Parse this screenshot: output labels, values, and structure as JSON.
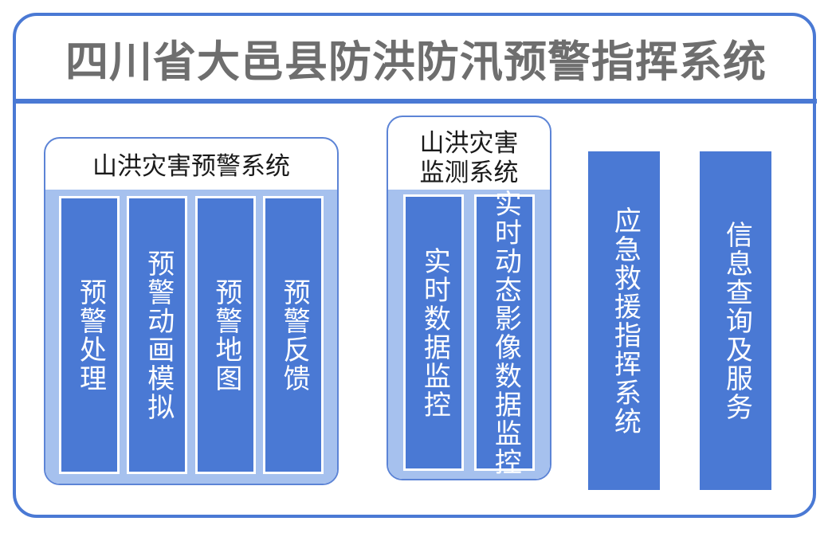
{
  "header": {
    "title": "四川省大邑县防洪防汛预警指挥系统"
  },
  "colors": {
    "frame_blue": "#4a79d4",
    "card_blue": "#4a79d4",
    "panel_light_blue": "#a6c1ee",
    "title_gray": "#6e6e6e",
    "card_text": "#ffffff",
    "group_title_text": "#1a1a1a"
  },
  "groups": [
    {
      "id": "warning-system",
      "title": "山洪灾害预警系统",
      "cards": [
        {
          "label": "预警处理"
        },
        {
          "label": "预警动画模拟"
        },
        {
          "label": "预警地图"
        },
        {
          "label": "预警反馈"
        }
      ]
    },
    {
      "id": "monitoring-system",
      "title": "山洪灾害监测系统",
      "cards": [
        {
          "label": "实时数据监控"
        },
        {
          "label": "实时动态影像数据监控"
        }
      ]
    }
  ],
  "standalone_columns": [
    {
      "id": "emergency-rescue-command",
      "label": "应急救援指挥系统"
    },
    {
      "id": "information-query-service",
      "label": "信息查询及服务"
    }
  ]
}
